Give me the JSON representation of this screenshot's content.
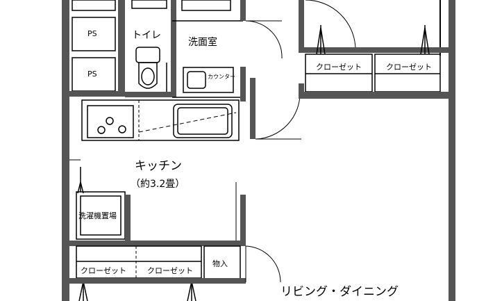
{
  "rooms": {
    "toilet": "トイレ",
    "washroom": "洗面室",
    "counter": "カウンター",
    "kitchen": "キッチン",
    "kitchen_area": "（約3.2畳）",
    "laundry": "洗濯機置場",
    "storage": "物入",
    "living_dining": "リビング・ダイニング",
    "ps_upper": "PS",
    "ps_lower": "PS"
  },
  "closets": {
    "top_left": "クローゼット",
    "top_right": "クローゼット",
    "bottom_left": "クローゼット",
    "bottom_right": "クローゼット"
  },
  "colors": {
    "wall": "#555555",
    "line": "#000000",
    "background": "#ffffff"
  }
}
